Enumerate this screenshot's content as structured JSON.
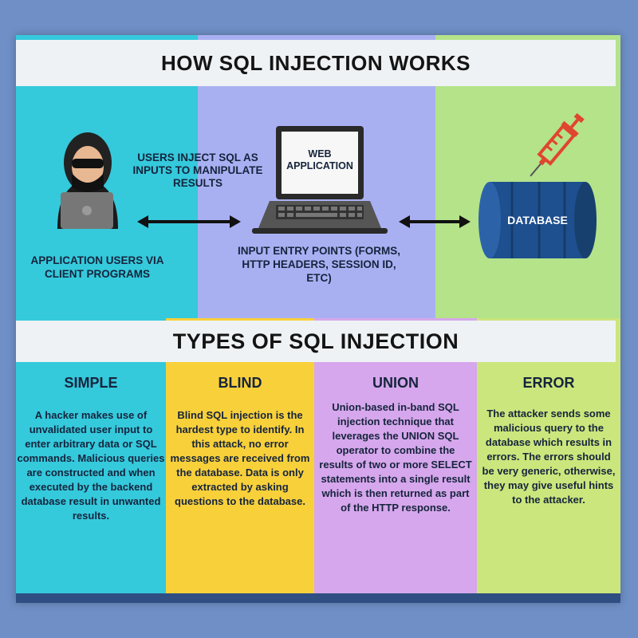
{
  "header": {
    "title": "HOW SQL INJECTION WORKS"
  },
  "flow": {
    "users_inject": "USERS INJECT SQL AS INPUTS TO MANIPULATE RESULTS",
    "web_app": "WEB APPLICATION",
    "entry_points": "INPUT ENTRY POINTS (FORMS, HTTP HEADERS, SESSION ID, ETC)",
    "app_users": "APPLICATION USERS VIA CLIENT PROGRAMS",
    "database": "DATABASE"
  },
  "types_header": {
    "title": "TYPES OF SQL INJECTION"
  },
  "types": [
    {
      "title": "SIMPLE",
      "description": "A hacker makes use of unvalidated user input to enter arbitrary data or SQL commands. Malicious queries are constructed and when executed by the backend database result in unwanted results."
    },
    {
      "title": "BLIND",
      "description": "Blind SQL injection is the hardest type to identify. In this attack, no error messages are received from the database. Data is only extracted by asking questions to the database."
    },
    {
      "title": "UNION",
      "description": "Union-based in-band SQL injection technique that leverages the UNION SQL operator to combine the results of two or more SELECT statements into a single result which is then returned as part of the HTTP response."
    },
    {
      "title": "ERROR",
      "description": "The attacker sends some malicious query to the database which results in errors. The errors should be very generic, otherwise, they may give useful hints to the attacker."
    }
  ],
  "colors": {
    "background": "#6f8fc6",
    "cyan": "#35c9dc",
    "purple": "#a9b0f2",
    "green": "#b4e38a",
    "yellow": "#f8d03a",
    "violet": "#d6a7ec",
    "lime": "#cbe67c",
    "database_blue": "#1e4f8f",
    "syringe_red": "#e0452f"
  },
  "icons": [
    "hacker-icon",
    "laptop-icon",
    "database-icon",
    "syringe-icon",
    "double-arrow-icon"
  ]
}
